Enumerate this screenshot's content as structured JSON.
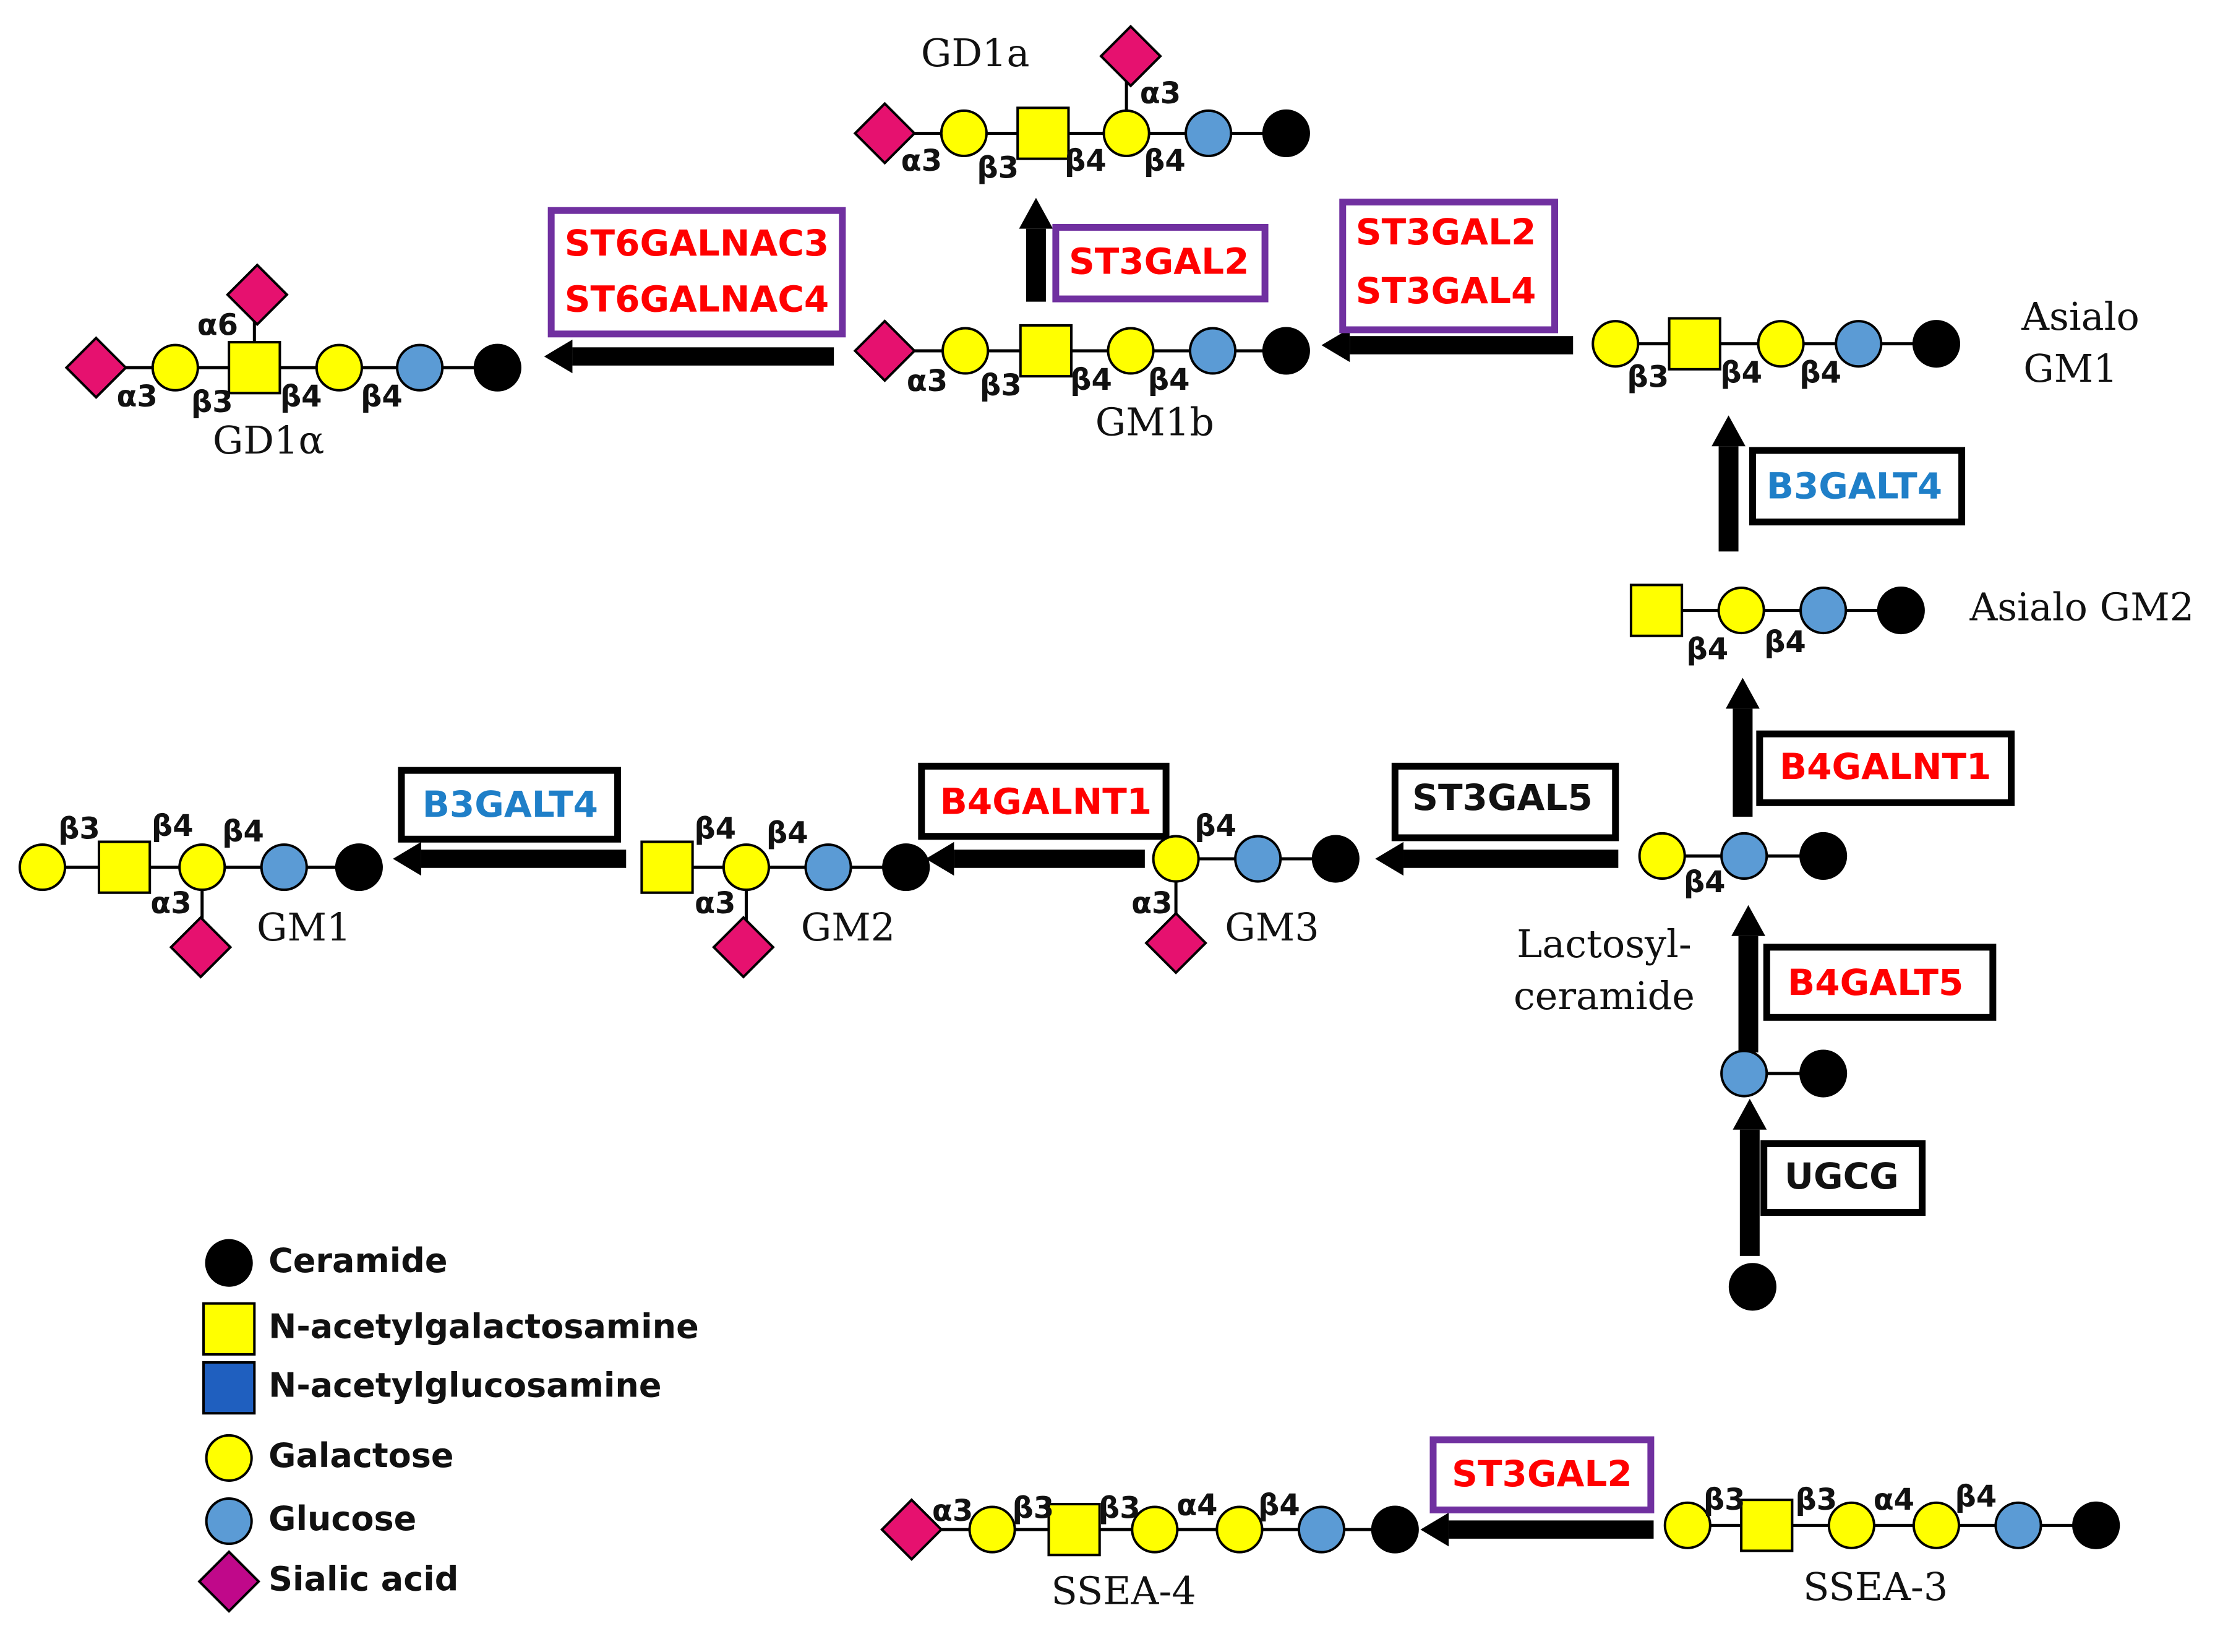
{
  "colors": {
    "ceramide": "#000000",
    "galnac": "#ffff00",
    "glcnac": "#1f5fbf",
    "galactose": "#ffff00",
    "glucose": "#5b9bd5",
    "sialic": "#e6116f",
    "sialic_legend": "#c0088a",
    "enzyme_red": "#ff0000",
    "enzyme_blue": "#1f7fc8",
    "enzyme_black": "#111111",
    "box_purple": "#7030a0",
    "box_black": "#000000"
  },
  "legend": [
    {
      "symbol": "ceramide",
      "label": "Ceramide"
    },
    {
      "symbol": "galnac",
      "label": "N-acetylgalactosamine"
    },
    {
      "symbol": "glcnac",
      "label": "N-acetylglucosamine"
    },
    {
      "symbol": "galactose",
      "label": "Galactose"
    },
    {
      "symbol": "glucose",
      "label": "Glucose"
    },
    {
      "symbol": "sialic",
      "label": "Sialic acid"
    }
  ],
  "structures": {
    "gd1a": {
      "name": "GD1a",
      "links": [
        "α3",
        "β3",
        "β4",
        "β4",
        "α3"
      ]
    },
    "gd1alpha": {
      "name": "GD1α",
      "links": [
        "α6",
        "α3",
        "β3",
        "β4",
        "β4"
      ]
    },
    "gm1b": {
      "name": "GM1b",
      "links": [
        "α3",
        "β3",
        "β4",
        "β4"
      ]
    },
    "asialo_gm1": {
      "name_line1": "Asialo",
      "name_line2": "GM1",
      "links": [
        "β3",
        "β4",
        "β4"
      ]
    },
    "asialo_gm2": {
      "name": "Asialo GM2",
      "links": [
        "β4",
        "β4"
      ]
    },
    "gm1": {
      "name": "GM1",
      "links": [
        "β3",
        "β4",
        "β4",
        "α3"
      ]
    },
    "gm2": {
      "name": "GM2",
      "links": [
        "β4",
        "β4",
        "α3"
      ]
    },
    "gm3": {
      "name": "GM3",
      "links": [
        "β4",
        "α3"
      ]
    },
    "lactosylceramide": {
      "name_line1": "Lactosyl-",
      "name_line2": "ceramide",
      "links": [
        "β4"
      ]
    },
    "ssea4": {
      "name": "SSEA-4",
      "links": [
        "α3",
        "β3",
        "β3",
        "α4",
        "β4"
      ]
    },
    "ssea3": {
      "name": "SSEA-3",
      "links": [
        "β3",
        "β3",
        "α4",
        "β4"
      ]
    }
  },
  "enzymes": {
    "st6galnac": {
      "line1": "ST6GALNAC3",
      "line2": "ST6GALNAC4"
    },
    "st3gal2_top": "ST3GAL2",
    "st3gal24": {
      "line1": "ST3GAL2",
      "line2": "ST3GAL4"
    },
    "b3galt4_right": "B3GALT4",
    "b4galnt1_right": "B4GALNT1",
    "b4galt5": "B4GALT5",
    "ugcg": "UGCG",
    "b3galt4_left": "B3GALT4",
    "b4galnt1_mid": "B4GALNT1",
    "st3gal5": "ST3GAL5",
    "st3gal2_bottom": "ST3GAL2"
  }
}
